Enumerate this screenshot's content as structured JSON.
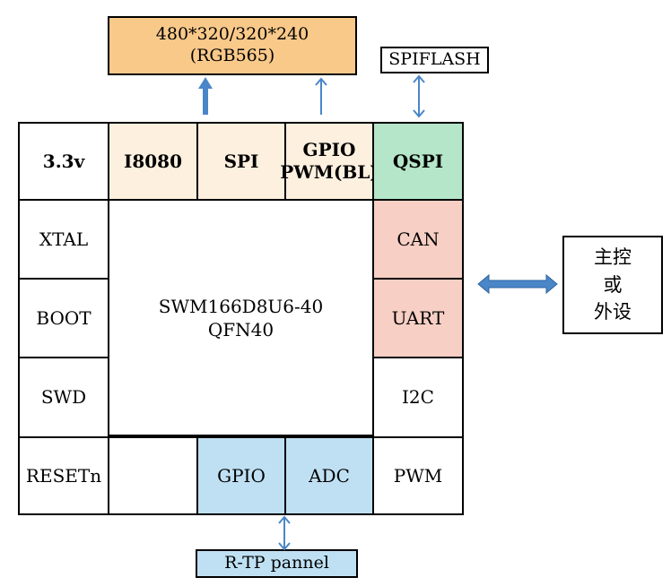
{
  "display": {
    "label": "480*320/320*240\n(RGB565)"
  },
  "flash": {
    "label": "SPIFLASH"
  },
  "touch": {
    "label": "R-TP pannel"
  },
  "host": {
    "label": "主控\n或\n外设"
  },
  "chip": {
    "part": "SWM166D8U6-40",
    "package": "QFN40"
  },
  "pins": {
    "top": [
      "3.3v",
      "I8080",
      "SPI",
      "GPIO\nPWM(BL)",
      "QSPI"
    ],
    "left": [
      "XTAL",
      "BOOT",
      "SWD",
      "RESETn"
    ],
    "right": [
      "CAN",
      "UART",
      "I2C",
      "PWM"
    ],
    "bottom": [
      "",
      "GPIO",
      "ADC"
    ]
  },
  "colors": {
    "display": "#f9c98a",
    "lcd_pins": "#fdf0df",
    "qspi": "#b5e6c9",
    "host_pins": "#f7cfc4",
    "touch_pins": "#bfe0f3",
    "arrow": "#4a86c8"
  }
}
